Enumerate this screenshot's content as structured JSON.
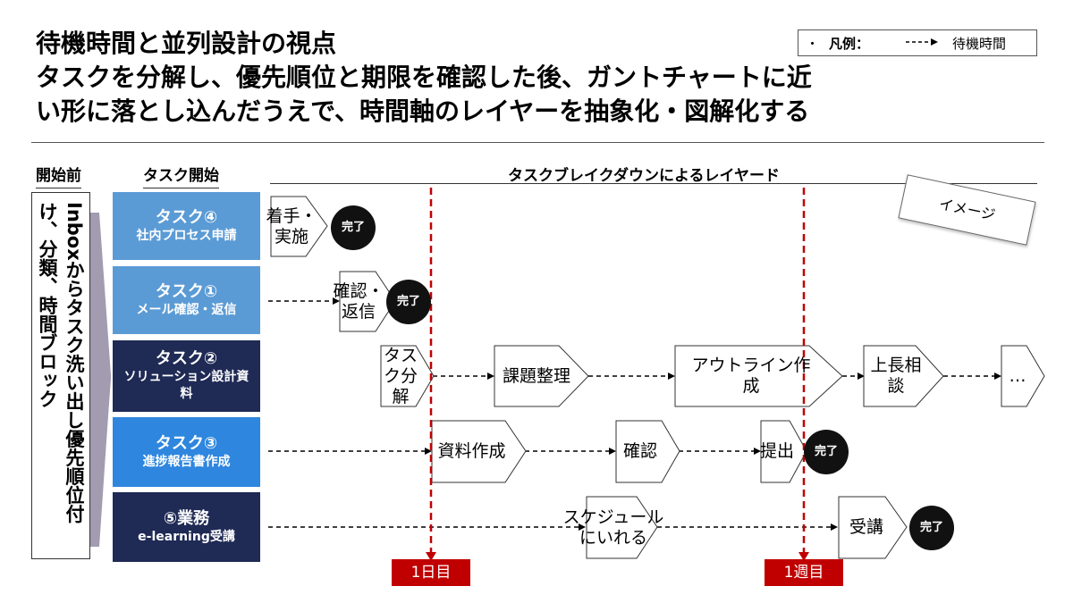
{
  "title": {
    "line1": "待機時間と並列設計の視点",
    "line2": "タスクを分解し、優先順位と期限を確認した後、ガントチャートに近",
    "line3": "い形に落とし込んだうえで、時間軸のレイヤーを抽象化・図解化する"
  },
  "legend": {
    "bullet": "・",
    "label": "凡例：",
    "text": "待機時間"
  },
  "columns": {
    "before": "開始前",
    "task_start": "タスク開始",
    "breakdown": "タスクブレイクダウンによるレイヤード"
  },
  "inbox_text": "Inboxからタスク洗い出し優先順位付け、分類、時間ブロック",
  "image_label": "イメージ",
  "tasks": [
    {
      "name": "タスク④",
      "sub": "社内プロセス申請"
    },
    {
      "name": "タスク①",
      "sub": "メール確認・返信"
    },
    {
      "name": "タスク②",
      "sub": "ソリューション設計資料"
    },
    {
      "name": "タスク③",
      "sub": "進捗報告書作成"
    },
    {
      "name": "⑤業務",
      "sub": "e-learning受講"
    }
  ],
  "steps": {
    "t4_start": "着手・実施",
    "t1_confirm": "確認・返信",
    "t2_break": "タスク分解",
    "t2_issue": "課題整理",
    "t2_outline": "アウトライン作成",
    "t2_boss": "上長相談",
    "t2_more": "…",
    "t3_make": "資料作成",
    "t3_check": "確認",
    "t3_submit": "提出",
    "t5_schedule": "スケジュールにいれる",
    "t5_take": "受講"
  },
  "done_label": "完了",
  "milestones": {
    "day1": "1日目",
    "week1": "1週目"
  },
  "colors": {
    "task_light": "#5b9bd5",
    "task_dark": "#1f2a55",
    "task_bright": "#2e86de",
    "milestone": "#c00000",
    "inbox_arrow": "#a39bb0"
  }
}
